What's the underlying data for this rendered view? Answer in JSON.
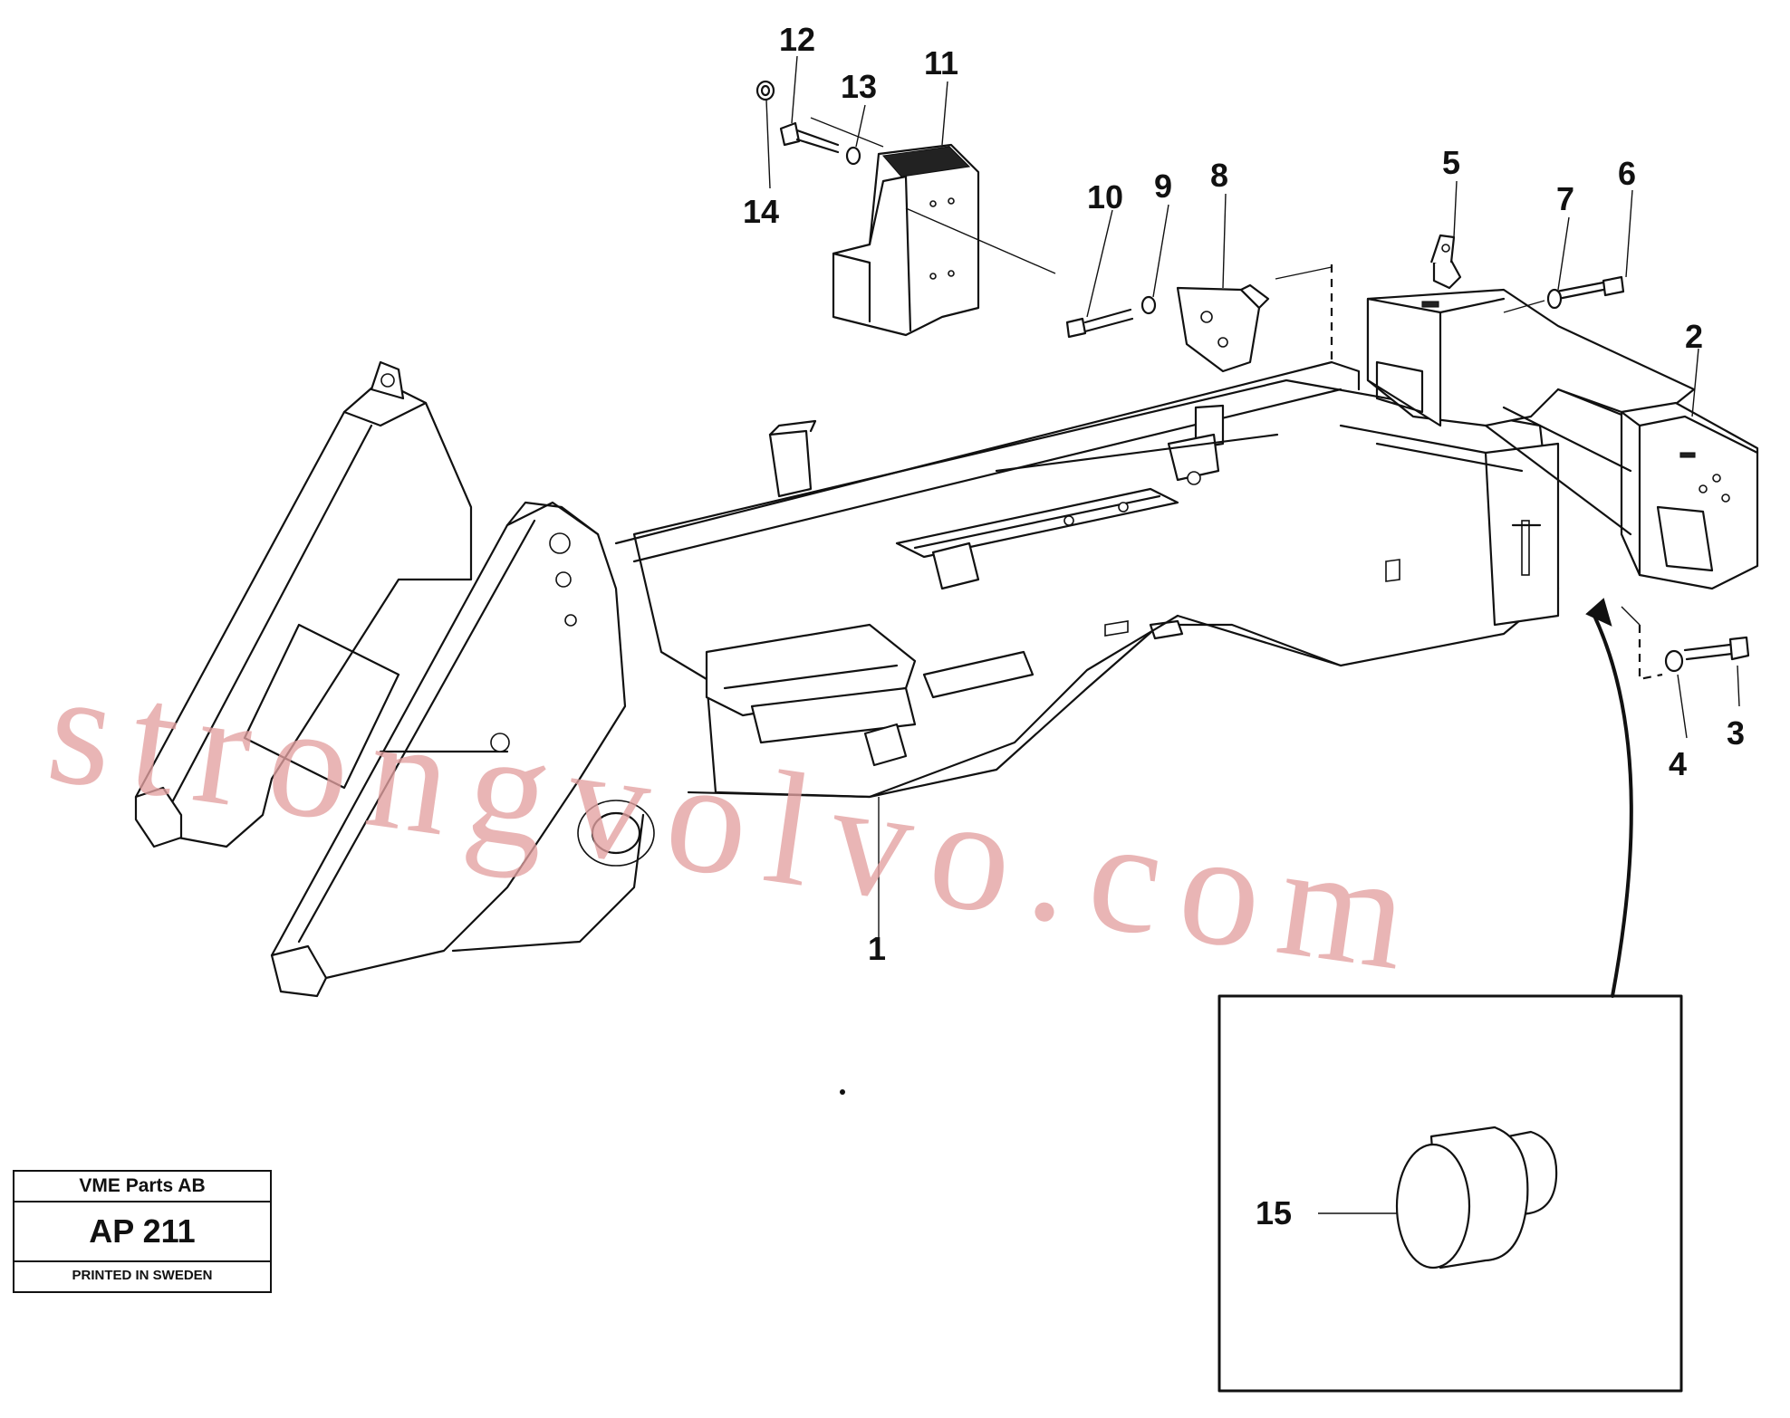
{
  "callouts": {
    "c1": "1",
    "c2": "2",
    "c3": "3",
    "c4": "4",
    "c5": "5",
    "c6": "6",
    "c7": "7",
    "c8": "8",
    "c9": "9",
    "c10": "10",
    "c11": "11",
    "c12": "12",
    "c13": "13",
    "c14": "14",
    "c15": "15"
  },
  "watermark": "strongvolvo.com",
  "title_block": {
    "company": "VME Parts AB",
    "code": "AP 211",
    "printed": "PRINTED IN SWEDEN"
  },
  "colors": {
    "ink": "#111111",
    "watermark": "#e3a1a1",
    "background": "#ffffff"
  }
}
